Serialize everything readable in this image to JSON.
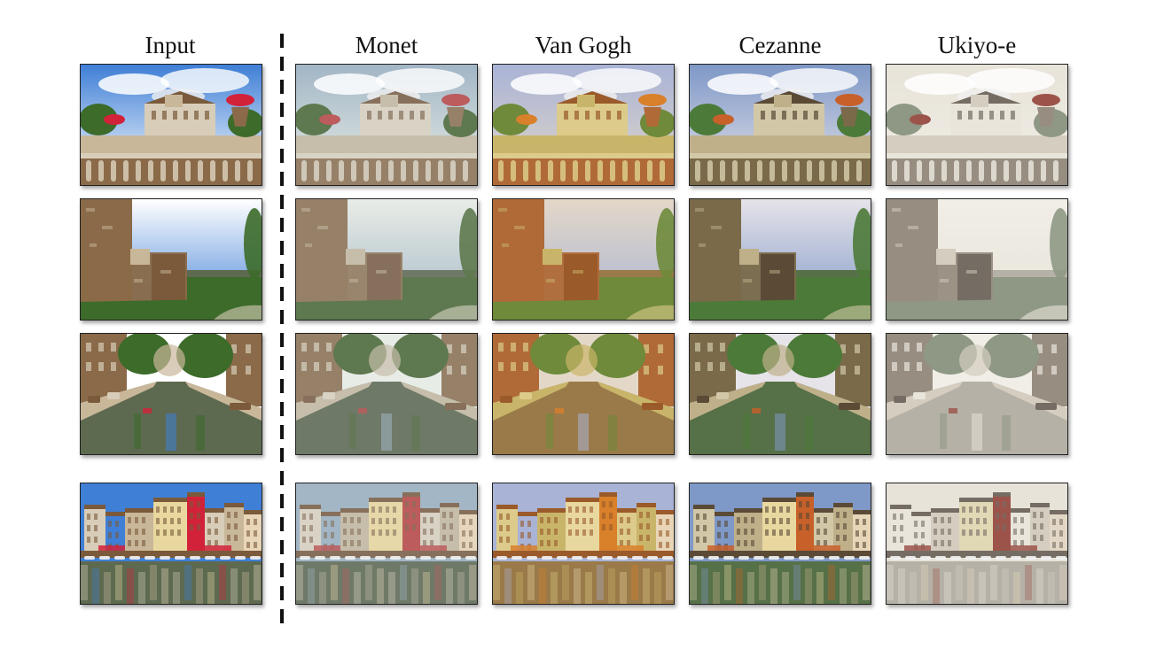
{
  "figure": {
    "columns": [
      {
        "id": "input",
        "label": "Input"
      },
      {
        "id": "monet",
        "label": "Monet"
      },
      {
        "id": "vangogh",
        "label": "Van Gogh"
      },
      {
        "id": "cezanne",
        "label": "Cezanne"
      },
      {
        "id": "ukiyoe",
        "label": "Ukiyo-e"
      }
    ],
    "rows": [
      {
        "id": "palace-garden"
      },
      {
        "id": "castle-tower"
      },
      {
        "id": "canal-street"
      },
      {
        "id": "harbor-houses"
      }
    ]
  }
}
